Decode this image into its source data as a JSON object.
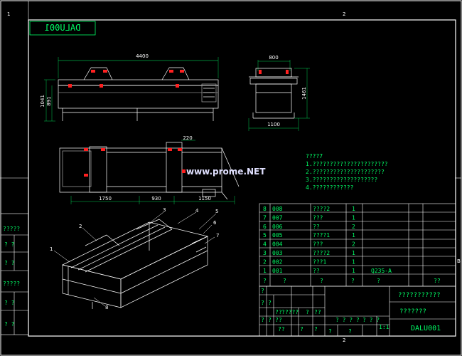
{
  "title_stamp": "DALU001",
  "zone_marks": {
    "top_1": "1",
    "top_2": "2",
    "bottom_2": "2",
    "right_b": "B"
  },
  "front_view": {
    "overall_width": "4400",
    "height_1": "1041",
    "height_2": "891"
  },
  "side_view": {
    "top_width": "800",
    "height": "1461",
    "bottom_width": "1100"
  },
  "top_view": {
    "dim_220": "220",
    "dim_1750": "1750",
    "dim_930": "930",
    "dim_1150": "1150"
  },
  "watermark": "www.prome.NET",
  "notes": {
    "heading": "????7",
    "lines": [
      "1.??????????????????????",
      "2.?????????????????????",
      "3.???????????????????",
      "4.????????????"
    ]
  },
  "balloons": [
    "1",
    "2",
    "3",
    "4",
    "5",
    "6",
    "7",
    "8"
  ],
  "bom_rows": [
    {
      "seq": "8",
      "code": "008",
      "name": "????2",
      "qty": "1",
      "mat": ""
    },
    {
      "seq": "7",
      "code": "007",
      "name": "???",
      "qty": "1",
      "mat": ""
    },
    {
      "seq": "6",
      "code": "006",
      "name": "??",
      "qty": "2",
      "mat": ""
    },
    {
      "seq": "5",
      "code": "005",
      "name": "????1",
      "qty": "1",
      "mat": ""
    },
    {
      "seq": "4",
      "code": "004",
      "name": "???",
      "qty": "2",
      "mat": ""
    },
    {
      "seq": "3",
      "code": "003",
      "name": "????2",
      "qty": "1",
      "mat": ""
    },
    {
      "seq": "2",
      "code": "002",
      "name": "???1",
      "qty": "1",
      "mat": ""
    },
    {
      "seq": "1",
      "code": "001",
      "name": "??",
      "qty": "1",
      "mat": "Q235-A"
    }
  ],
  "bom_header": [
    "?",
    "?",
    "?",
    "?",
    "?",
    "??"
  ],
  "left_strip": [
    "?????",
    "?   ?",
    "?   ?",
    "?????",
    "?   ?",
    "?   ?"
  ],
  "title_block": {
    "company": "???????????",
    "drawing_name": "???????",
    "drawing_no": "DALU001",
    "scale": "1:1",
    "grid_small": [
      "?",
      "?",
      "?",
      "??",
      "?????",
      "?",
      "??",
      "?",
      "?",
      "??",
      "??",
      "?",
      "?",
      "? ? ? ?",
      "? ? ?",
      "?",
      "?"
    ]
  }
}
